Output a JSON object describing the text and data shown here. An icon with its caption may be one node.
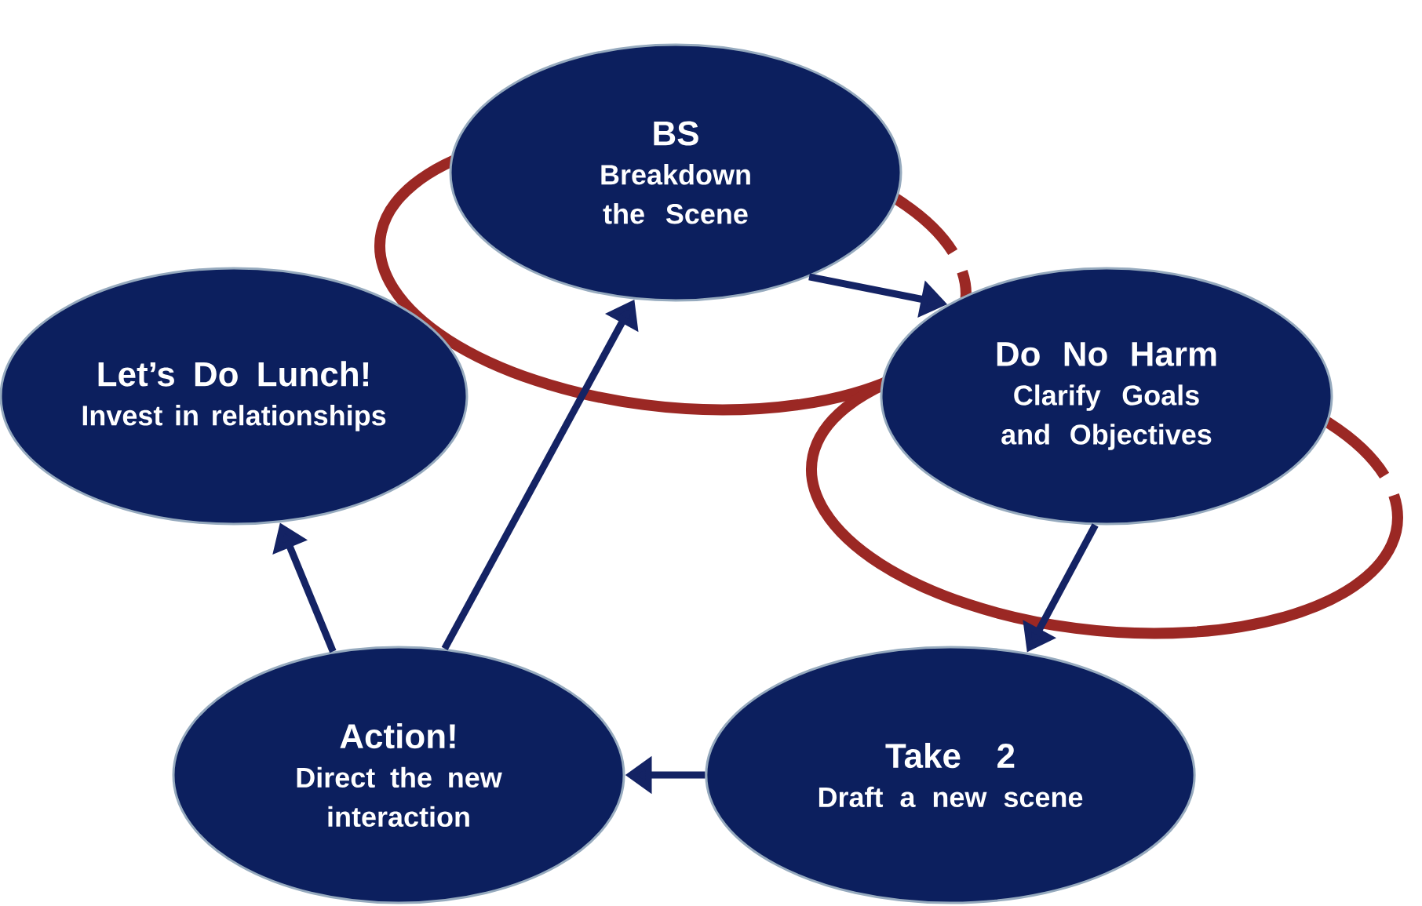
{
  "diagram": {
    "nodes": [
      {
        "text": [
          "BS",
          "Breakdown the Scene"
        ]
      },
      {
        "text": [
          "Let’s Do Lunch!",
          "Invest in relationships"
        ]
      },
      {
        "text": [
          "Do No Harm",
          "Clarify Goals and Objectives"
        ]
      },
      {
        "text": [
          "Action!",
          "Direct the new interaction"
        ]
      },
      {
        "text": [
          "Take 2",
          "Draft a new scene"
        ]
      }
    ],
    "edges": [
      {
        "from": 0,
        "to": 2,
        "arrow": "to"
      },
      {
        "from": 2,
        "to": 4,
        "arrow": "to"
      },
      {
        "from": 4,
        "to": 3,
        "arrow": "to"
      },
      {
        "from": 3,
        "to": 0,
        "arrow": "to"
      },
      {
        "from": 3,
        "to": 1,
        "arrow": "to"
      }
    ]
  }
}
